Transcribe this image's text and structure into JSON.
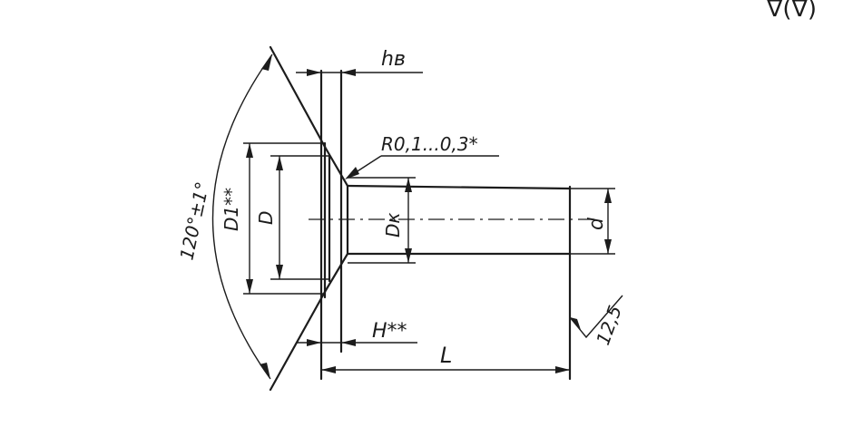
{
  "drawing": {
    "corner_mark": "∇(∇)",
    "dimensions": {
      "angle": "120°±1°",
      "head_edge": "hв",
      "radius": "R0,1...0,3*",
      "head_outer_diameter": "D1**",
      "head_diameter": "D",
      "neck_diameter": "Dк",
      "shank_diameter": "d",
      "head_height": "H**",
      "length": "L",
      "roughness": "12,5"
    }
  }
}
